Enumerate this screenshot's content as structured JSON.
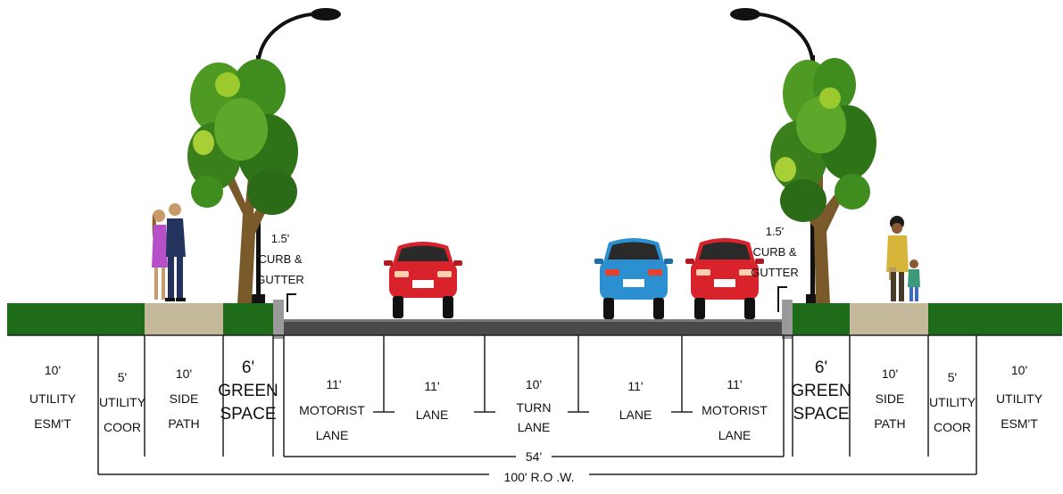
{
  "colors": {
    "grass": "#1e6b1a",
    "sidepath": "#c4b99a",
    "road": "#4a4a4a",
    "curb": "#9a9a9a",
    "car_red": "#d8222c",
    "car_blue": "#2b8fd0",
    "trunk": "#7a5a2a",
    "foliage": "#3f8d1f",
    "pole": "#111111"
  },
  "labels": {
    "left_utility_esmt": [
      "10'",
      "UTILITY",
      "ESM'T"
    ],
    "left_utility_coor": [
      "5'",
      "UTILITY",
      "COOR"
    ],
    "left_side_path": [
      "10'",
      "SIDE",
      "PATH"
    ],
    "left_green_space": [
      "6'",
      "GREEN",
      "SPACE"
    ],
    "left_motorist_lane": [
      "11'",
      "MOTORIST",
      "LANE"
    ],
    "left_lane": [
      "11'",
      "LANE"
    ],
    "turn_lane": [
      "10'",
      "TURN",
      "LANE"
    ],
    "right_lane": [
      "11'",
      "LANE"
    ],
    "right_motorist_lane": [
      "11'",
      "MOTORIST",
      "LANE"
    ],
    "right_green_space": [
      "6'",
      "GREEN",
      "SPACE"
    ],
    "right_side_path": [
      "10'",
      "SIDE",
      "PATH"
    ],
    "right_utility_coor": [
      "5'",
      "UTILITY",
      "COOR"
    ],
    "right_utility_esmt": [
      "10'",
      "UTILITY",
      "ESM'T"
    ],
    "left_curb": [
      "1.5'",
      "CURB &",
      "GUTTER"
    ],
    "right_curb": [
      "1.5'",
      "CURB &",
      "GUTTER"
    ],
    "pavement_width": "54'",
    "row_width": "100' R.O .W."
  },
  "icons": [
    "street-lamp-icon",
    "tree-icon",
    "couple-walking-icon",
    "parent-child-icon",
    "red-car-icon",
    "blue-car-icon"
  ]
}
